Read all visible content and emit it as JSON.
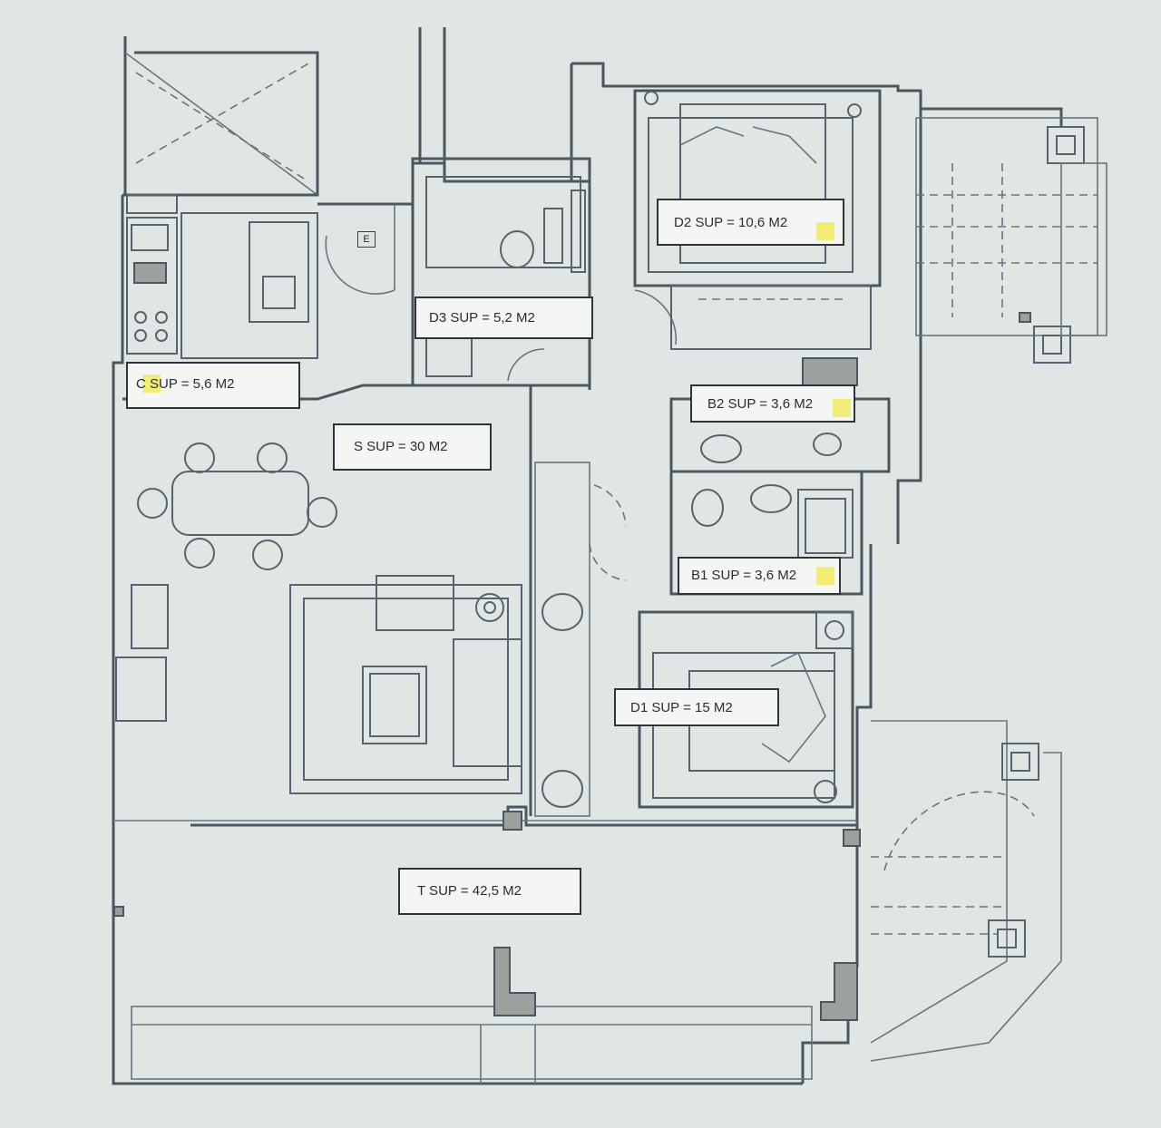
{
  "rooms": {
    "c": {
      "label": "C  SUP = 5,6 M2"
    },
    "d3": {
      "label": "D3 SUP = 5,2 M2"
    },
    "d2": {
      "label": "D2 SUP = 10,6 M2"
    },
    "s": {
      "label": "S SUP = 30 M2"
    },
    "b2": {
      "label": "B2 SUP = 3,6 M2"
    },
    "b1": {
      "label": "B1 SUP = 3,6 M2"
    },
    "d1": {
      "label": "D1 SUP = 15 M2"
    },
    "t": {
      "label": "T SUP = 42,5 M2"
    }
  },
  "symbols": {
    "electric_panel": "E"
  },
  "colors": {
    "highlight": "#f1e94d",
    "line": "#4d5560",
    "paper": "#dfe6e3"
  }
}
